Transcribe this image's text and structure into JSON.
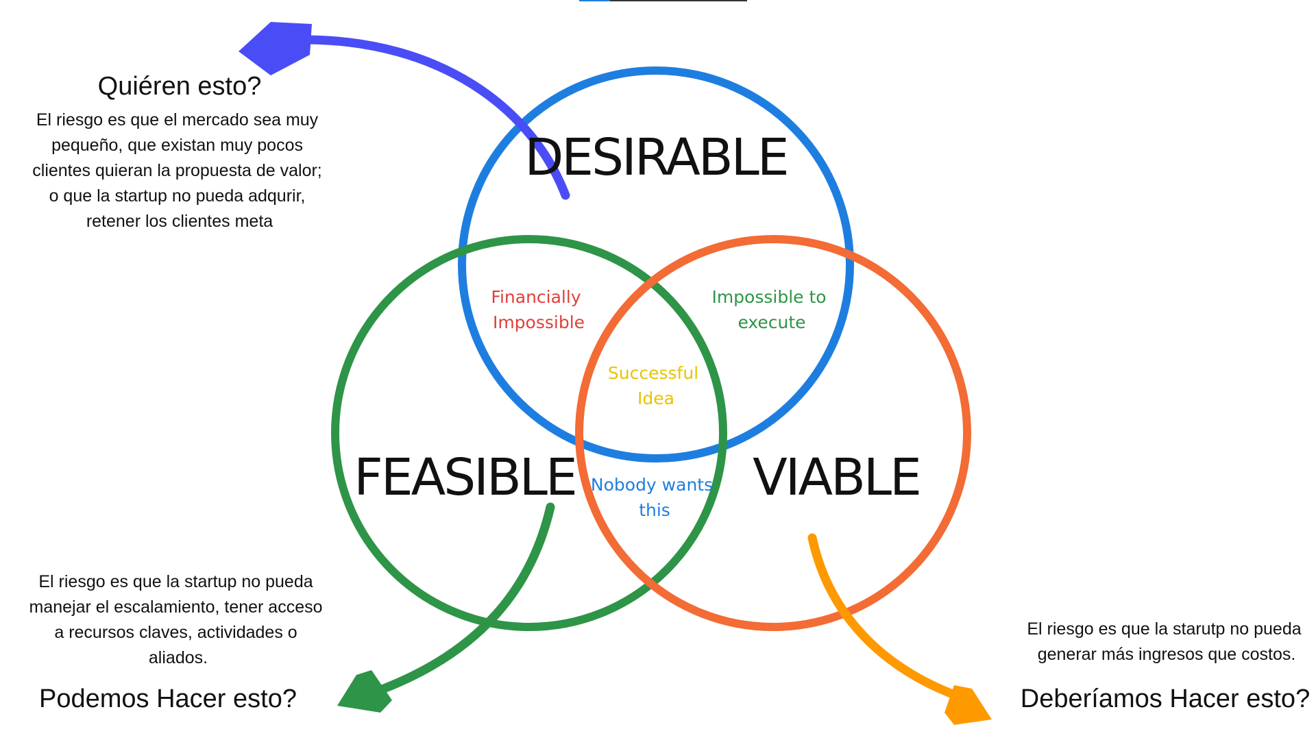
{
  "colors": {
    "desirable": "#1e7ee0",
    "feasible": "#2e9447",
    "viable": "#f36b35",
    "arrow_desirable": "#4a4df5",
    "arrow_feasible": "#2e9447",
    "arrow_viable": "#ff9900",
    "label_financially": "#e0403a",
    "label_execute": "#2e9447",
    "label_success": "#e8c400",
    "label_nobody": "#1e7ee0"
  },
  "circles": {
    "desirable": "Desirable",
    "feasible": "Feasible",
    "viable": "Viable"
  },
  "regions": {
    "financially": [
      "Financially",
      "Impossible"
    ],
    "execute": [
      "Impossible to",
      "execute"
    ],
    "success": [
      "Successful",
      "Idea"
    ],
    "nobody": [
      "Nobody wants",
      "this"
    ]
  },
  "desirable_side": {
    "question": "Quiéren esto?",
    "risk_lines": [
      "El riesgo es que el mercado sea muy",
      "pequeño, que existan muy pocos",
      "clientes quieran la propuesta de valor;",
      "o que la startup no pueda adqurir,",
      "retener los clientes meta"
    ]
  },
  "feasible_side": {
    "question": "Podemos Hacer esto?",
    "risk_lines": [
      "El riesgo es que la startup no pueda",
      "manejar el escalamiento, tener acceso",
      "a recursos claves, actividades o",
      "aliados."
    ]
  },
  "viable_side": {
    "question": "Deberíamos Hacer esto?",
    "risk_lines": [
      "El riesgo es que la starutp no pueda",
      "generar más ingresos que costos."
    ]
  }
}
